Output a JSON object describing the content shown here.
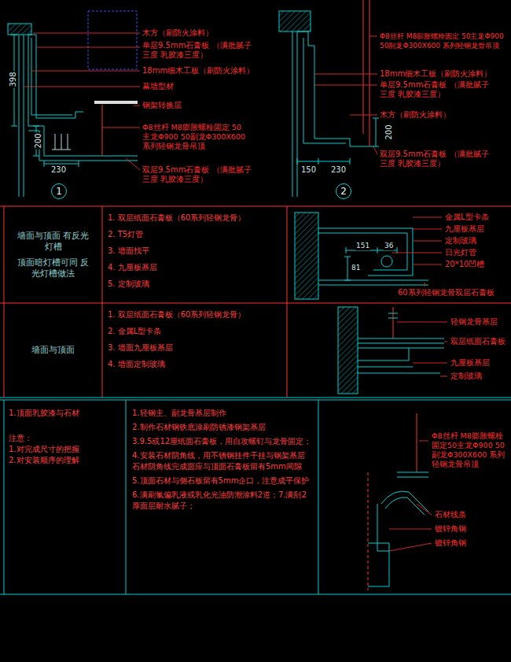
{
  "diagram": {
    "nodes": [
      {
        "text": [
          "1"
        ]
      },
      {
        "text": [
          "2"
        ]
      },
      {
        "text": [
          "墙面与顶面 有反光灯槽",
          "顶面暗灯槽可同 反光灯槽做法"
        ]
      },
      {
        "text": [
          "1. 双层纸面石膏板（60系列轻钢龙骨）",
          "2. T5灯管",
          "3. 墙面找平",
          "4. 九厘板基层",
          "5. 定制玻璃"
        ]
      },
      {
        "text": [
          "墙面与顶面"
        ]
      },
      {
        "text": [
          "1. 双层纸面石膏板（60系列轻钢龙骨）",
          "2. 金属L型卡条",
          "3. 墙面九厘板基层",
          "4. 墙面定制玻璃"
        ]
      },
      {
        "text": [
          "1.顶面乳胶漆与石材",
          "注意：",
          "1.对完成尺寸的把握",
          "2.对安装顺序的理解"
        ]
      },
      {
        "text": [
          "1.轻钢主、副龙骨基层制作",
          "2.制作石材钢铁底涂刷防锈漆钢架基层",
          "3.9.5或12厘纸面石膏板，用自攻螺钉与龙骨固定；",
          "4.安装石材阴角线，用不锈钢挂件干挂与钢架基层石材阴角线完成面应与顶面石膏板留有5mm间隙",
          "5.顶面石材与侧石板留有5mm企口，注意成平保护",
          "6.满刷氯偏乳液或乳化光油防潮涂料2道；7.满刮2厚面层耐水腻子；"
        ]
      }
    ],
    "labels": [
      "木方（刷防火涂料）",
      "单层9.5mm石膏板 （满批腻子三度 乳胶漆三度）",
      "18mm细木工板（刷防火涂料）",
      "幕墙型材",
      "钢架转换层",
      "Φ8丝杆 M8膨胀螺栓固定 50主龙Φ900 50副龙Φ300X600 系列轻钢龙骨吊顶",
      "双层9.5mm石膏板 （满批腻子三度 乳胶漆三度）",
      "398",
      "200",
      "230",
      "Φ8丝杆 M8膨胀螺栓固定 50主龙Φ900 50副龙Φ300X600 系列轻钢龙骨吊顶",
      "18mm细木工板（刷防火涂料）",
      "单层9.5mm石膏板 （满批腻子三度 乳胶漆三度）",
      "木方（刷防火涂料）",
      "200",
      "双层9.5mm石膏板 （满批腻子三度 乳胶漆三度）",
      "150",
      "230",
      "金属L型卡条",
      "九厘板基层",
      "定制玻璃",
      "日光灯管",
      "20*10凹槽",
      "60系列轻钢龙骨双层石膏板",
      "151",
      "36",
      "81",
      "轻钢龙骨基层",
      "双层纸面石膏板",
      "九厘板基层",
      "定制玻璃",
      "Φ8丝杆 M8膨胀螺栓固定50主龙Φ900 50副龙Φ300X600 系列轻钢龙骨吊顶",
      "石材线条",
      "镀锌角钢",
      "镀锌角钢"
    ]
  }
}
